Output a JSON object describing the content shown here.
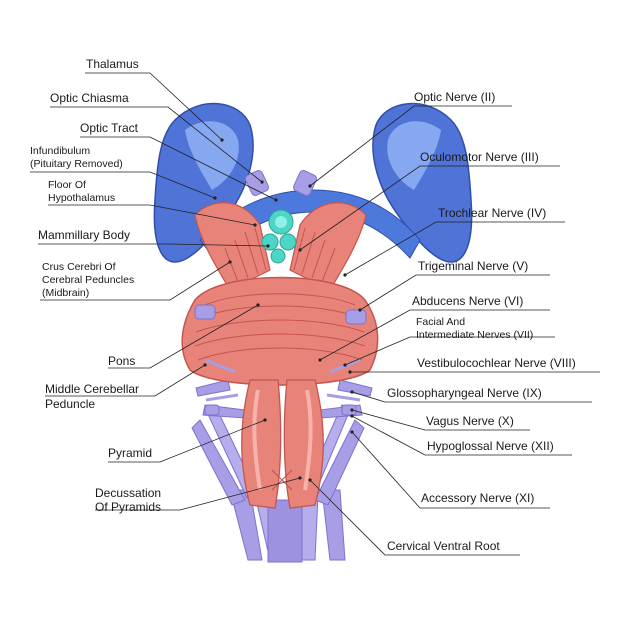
{
  "labels": {
    "thalamus": "Thalamus",
    "optic_chiasma": "Optic Chiasma",
    "optic_tract": "Optic Tract",
    "infundibulum_1": "Infundibulum",
    "infundibulum_2": "(Pituitary Removed)",
    "floor_1": "Floor Of",
    "floor_2": "Hypothalamus",
    "mammillary_body": "Mammillary Body",
    "crus_1": "Crus Cerebri Of",
    "crus_2": "Cerebral Peduncles",
    "crus_3": "(Midbrain)",
    "pons": "Pons",
    "mcp_1": "Middle Cerebellar",
    "mcp_2": "Peduncle",
    "pyramid": "Pyramid",
    "decussation_1": "Decussation",
    "decussation_2": "Of Pyramids",
    "optic_nerve": "Optic Nerve (II)",
    "oculomotor_nerve": "Oculomotor Nerve (III)",
    "trochlear_nerve": "Trochlear Nerve (IV)",
    "trigeminal_nerve": "Trigeminal Nerve (V)",
    "abducens_nerve": "Abducens Nerve (VI)",
    "facial_1": "Facial And",
    "facial_2": "Intermediate Nerves (VII)",
    "vestibulocochlear_nerve": "Vestibulocochlear Nerve (VIII)",
    "glossopharyngeal_nerve": "Glossopharyngeal Nerve (IX)",
    "vagus_nerve": "Vagus Nerve (X)",
    "hypoglossal_nerve": "Hypoglossal Nerve (XII)",
    "accessory_nerve": "Accessory Nerve (XI)",
    "cervical_root": "Cervical Ventral Root"
  },
  "colors": {
    "thalamus": "#4f73d6",
    "thalamus_highlight": "#8fb1f4",
    "muscle": "#e8837a",
    "muscle_dark": "#c4554f",
    "nerve": "#a79ee6",
    "nerve_dark": "#7e72cf",
    "mammillary": "#4dd6c8",
    "blue_band": "#4d79dd",
    "leader": "#222222"
  }
}
